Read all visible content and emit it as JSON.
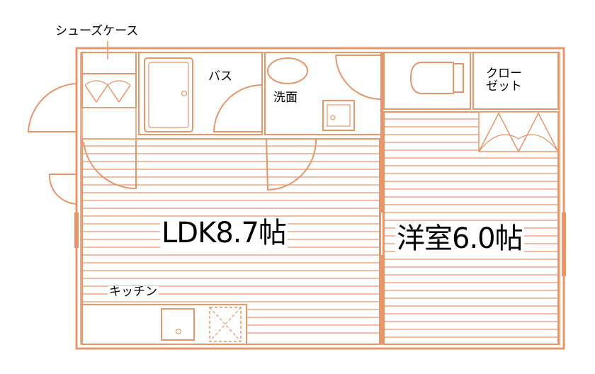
{
  "floorplan": {
    "wall_color": "#e8956a",
    "floor_line_color": "#e8956a",
    "rooms": {
      "ldk": {
        "label": "LDK8.7帖"
      },
      "western": {
        "label": "洋室6.0帖"
      },
      "bath": {
        "label": "バス"
      },
      "washroom": {
        "label": "洗面"
      },
      "closet": {
        "line1": "クロー",
        "line2": "ゼット"
      },
      "kitchen": {
        "label": "キッチン"
      },
      "shoe_case": {
        "label": "シューズケース"
      }
    }
  }
}
